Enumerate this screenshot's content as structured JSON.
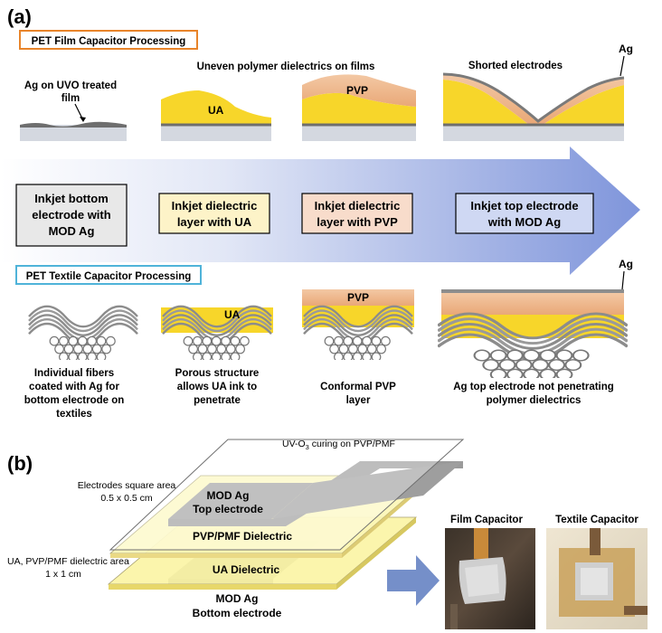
{
  "panel_a": {
    "label": "(a)",
    "film_header": "PET Film Capacitor Processing",
    "textile_header": "PET Textile Capacitor Processing",
    "film": {
      "ag_on_uvo_1": "Ag on UVO treated",
      "ag_on_uvo_2": "film",
      "uneven": "Uneven polymer dielectrics on films",
      "shorted": "Shorted electrodes",
      "ua_label": "UA",
      "pvp_label": "PVP",
      "ag_label": "Ag"
    },
    "steps": [
      {
        "line1": "Inkjet bottom",
        "line2": "electrode with",
        "line3": "MOD Ag",
        "fill": "#e8e8e8"
      },
      {
        "line1": "Inkjet dielectric",
        "line2": "layer with UA",
        "fill": "#fdf3c8"
      },
      {
        "line1": "Inkjet dielectric",
        "line2": "layer with PVP",
        "fill": "#f8dccb"
      },
      {
        "line1": "Inkjet top electrode",
        "line2": "with MOD Ag",
        "fill": "#cfd8f3"
      }
    ],
    "textile": {
      "ua_label": "UA",
      "pvp_label": "PVP",
      "ag_label": "Ag",
      "cap1": [
        "Individual fibers",
        "coated with Ag for",
        "bottom electrode on",
        "textiles"
      ],
      "cap2": [
        "Porous structure",
        "allows UA ink to",
        "penetrate"
      ],
      "cap3": [
        "Conformal PVP",
        "layer"
      ],
      "cap4": [
        "Ag top electrode not penetrating",
        "polymer dielectrics"
      ]
    }
  },
  "panel_b": {
    "label": "(b)",
    "uvo_prefix": "UV-O",
    "uvo_sub": "3",
    "uvo_suffix": " curing on PVP/PMF",
    "electrode_area_1": "Electrodes square area",
    "electrode_area_2": "0.5 x 0.5 cm",
    "top_elec_1": "MOD Ag",
    "top_elec_2": "Top electrode",
    "pvp_dielectric": "PVP/PMF Dielectric",
    "dielectric_area_1": "UA, PVP/PMF dielectric area",
    "dielectric_area_2": "1 x 1 cm",
    "ua_dielectric": "UA Dielectric",
    "bottom_elec_1": "MOD Ag",
    "bottom_elec_2": "Bottom electrode",
    "film_cap_title": "Film Capacitor",
    "textile_cap_title": "Textile Capacitor"
  },
  "colors": {
    "film_header_border": "#e8842a",
    "textile_header_border": "#4fb3d9",
    "arrow_gradient_end": "#7f95db",
    "ua_yellow": "#f7d62a",
    "pvp_orange": "#efb88c",
    "silver": "#8d8d8d",
    "substrate": "#d4d8e0"
  }
}
